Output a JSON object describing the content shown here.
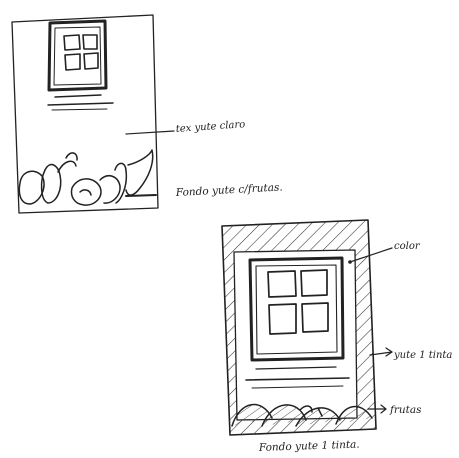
{
  "sketch_1": {
    "label_top_right": "tex yute claro",
    "label_bottom": "Fondo yute c/frutas."
  },
  "sketch_2": {
    "label_color": "color",
    "label_yute": "yute 1 tinta",
    "label_frutas": "frutas",
    "label_bottom": "Fondo yute 1 tinta."
  },
  "colors": {
    "ink": "#222222",
    "paper": "#ffffff"
  }
}
